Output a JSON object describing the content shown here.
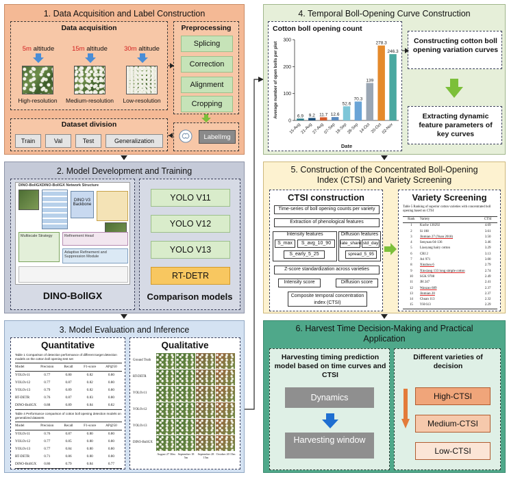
{
  "panel1": {
    "title": "1. Data Acquisition and Label Construction",
    "acq_title": "Data acquisition",
    "altitudes": [
      {
        "value": "5m",
        "unit": " altitude",
        "caption": "High-resolution"
      },
      {
        "value": "15m",
        "unit": " altitude",
        "caption": "Medium-resolution"
      },
      {
        "value": "30m",
        "unit": " altitude",
        "caption": "Low-resolution"
      }
    ],
    "prep_title": "Preprocessing",
    "prep_steps": [
      "Splicing",
      "Correction",
      "Alignment",
      "Cropping"
    ],
    "division_title": "Dataset division",
    "division_items": [
      "Train",
      "Val",
      "Test",
      "Generalization"
    ],
    "tool_label": "LabelImg"
  },
  "panel2": {
    "title": "2. Model Development and Training",
    "network_title": "DINO-BollGXDINO-BollGX Network Structure",
    "backbone_label": "DINO V3 Backbone",
    "blocks": [
      "Multiscale Strategy",
      "Refinement Head",
      "Adaptive Refinement and Suppression Module"
    ],
    "model_name": "DINO-BollGX",
    "comparison_models": [
      "YOLO V11",
      "YOLO V12",
      "YOLO V13",
      "RT-DETR"
    ],
    "comparison_label": "Comparison models"
  },
  "panel3": {
    "title": "3. Model Evaluation and Inference",
    "quant_title": "Quantitative",
    "qual_title": "Qualitative",
    "table1_caption": "Table 1 Comparison of detection performance of different target detection models on the cotton boll opening test set",
    "table1_headers": [
      "Model",
      "Precision",
      "Recall",
      "F1-score",
      "AP@50"
    ],
    "table1_rows": [
      [
        "YOLOv11",
        "0.77",
        "0.80",
        "0.82",
        "0.80"
      ],
      [
        "YOLOv12",
        "0.77",
        "0.87",
        "0.82",
        "0.80"
      ],
      [
        "YOLOv13",
        "0.79",
        "0.89",
        "0.82",
        "0.80"
      ],
      [
        "RT-DETR",
        "0.76",
        "0.87",
        "0.83",
        "0.80"
      ],
      [
        "DINO-BollGX",
        "0.88",
        "0.89",
        "0.84",
        "0.82"
      ]
    ],
    "table2_caption": "Table 4 Performance comparison of cotton boll opening detection models on generalized datasets",
    "table2_headers": [
      "Model",
      "Precision",
      "Recall",
      "F1-score",
      "AP@50"
    ],
    "table2_rows": [
      [
        "YOLOv11",
        "0.76",
        "0.87",
        "0.80",
        "0.80"
      ],
      [
        "YOLOv12",
        "0.77",
        "0.85",
        "0.80",
        "0.80"
      ],
      [
        "YOLOv13",
        "0.77",
        "0.84",
        "0.80",
        "0.80"
      ],
      [
        "RT-DETR",
        "0.71",
        "0.86",
        "0.80",
        "0.80"
      ],
      [
        "DINO-BollGX",
        "0.86",
        "0.79",
        "0.84",
        "0.77"
      ]
    ],
    "qual_rows": [
      "Ground Truth",
      "RT-DETR",
      "YOLOv11",
      "YOLOv12",
      "YOLOv13",
      "DINO-BollGX"
    ],
    "qual_cols": [
      "August 27 30m",
      "September 18 5m",
      "September 28 15m",
      "October 20 15m"
    ]
  },
  "panel4": {
    "title": "4. Temporal Boll-Opening Curve Construction",
    "chart_box_title": "Cotton boll opening count",
    "step1": "Constructing cotton boll opening variation curves",
    "step2": "Extracting dynamic feature parameters of key curves"
  },
  "chart_data": {
    "type": "bar",
    "title": "",
    "xlabel": "Date",
    "ylabel": "Average number of open bolls per plot",
    "categories": [
      "15-Aug",
      "21-Aug",
      "27-Aug",
      "07-Sep",
      "18-Sep",
      "28-Sep",
      "14-Oct",
      "20-Oct",
      "02-Nov"
    ],
    "values": [
      6.9,
      9.2,
      11.7,
      12.6,
      52.6,
      70.3,
      139,
      278.3,
      246.3
    ],
    "labels": [
      "6.9",
      "9.2",
      "11.7",
      "12.6",
      "52.6",
      "70.3",
      "139",
      "278.3",
      "246.3"
    ],
    "colors": [
      "#2f7f8c",
      "#1c4f7a",
      "#d55c2c",
      "#5b8bbf",
      "#7ec6d8",
      "#6aa4d6",
      "#9aa6b4",
      "#e58a2b",
      "#4aa8a0"
    ],
    "ylim": [
      0,
      300
    ],
    "grid": false
  },
  "panel5": {
    "title_line1": "5. Construction of the Concentrated Boll-Opening",
    "title_line2": "Index (CTSI) and Variety Screening",
    "ctsi_title": "CTSI construction",
    "flow": {
      "ts": "Time-series of boll opening counts per variety",
      "extract": "Extraction of phenological features",
      "intensity": "Intensity features",
      "diffusion": "Diffusion features",
      "smax": "S_max",
      "savg": "S_avg_10_90",
      "sharly": "S_early_5_25",
      "lateshare": "late_share",
      "stdday": "std_day",
      "spread": "spread_5_95",
      "zscore": "Z-score standardization across varieties",
      "iscore": "Intensity score",
      "dscore": "Diffusion score",
      "composite": "Composite temporal concentration index (CTSI)"
    },
    "variety_title": "Variety Screening",
    "table_caption": "Table 5 Ranking of superior cotton varieties with concentrated boll opening based on CTSI",
    "table_headers": [
      "Rank",
      "Variety",
      "CTSI"
    ],
    "table_rows": [
      [
        "1",
        "Kuche 130292",
        "4.69"
      ],
      [
        "2",
        "Si 108",
        "3.61"
      ],
      [
        "3",
        "Jinmian 27 (Yuan 2018)",
        "3.50"
      ],
      [
        "4",
        "Senyuan 04-136",
        "3.46"
      ],
      [
        "5",
        "Liaoyang hairy cotton",
        "3.29"
      ],
      [
        "6",
        "CRI 2",
        "3.13"
      ],
      [
        "7",
        "Ari 971",
        "3.00"
      ],
      [
        "8",
        "Xinzhou 6",
        "2.79"
      ],
      [
        "9",
        "Xinxiang 133 long simple cotton",
        "2.74"
      ],
      [
        "10",
        "SGK 9708",
        "2.49"
      ],
      [
        "11",
        "JH 247",
        "2.41"
      ],
      [
        "12",
        "Wanzao 689",
        "2.37"
      ],
      [
        "13",
        "Jinmian 20",
        "2.37"
      ],
      [
        "14",
        "Chuan 113",
        "2.32"
      ],
      [
        "15",
        "YH 613",
        "2.29"
      ]
    ]
  },
  "panel6": {
    "title_line1": "6. Harvest Time Decision-Making and Practical",
    "title_line2": "Application",
    "left_title": "Harvesting timing prediction model based on time curves and CTSI",
    "dynamics": "Dynamics",
    "harvest": "Harvesting window",
    "right_title": "Different varieties of decision",
    "levels": [
      "High-CTSI",
      "Medium-CTSI",
      "Low-CTSI"
    ],
    "level_colors": [
      "#f0a57a",
      "#f6c9ac",
      "#fbe5d6"
    ]
  }
}
